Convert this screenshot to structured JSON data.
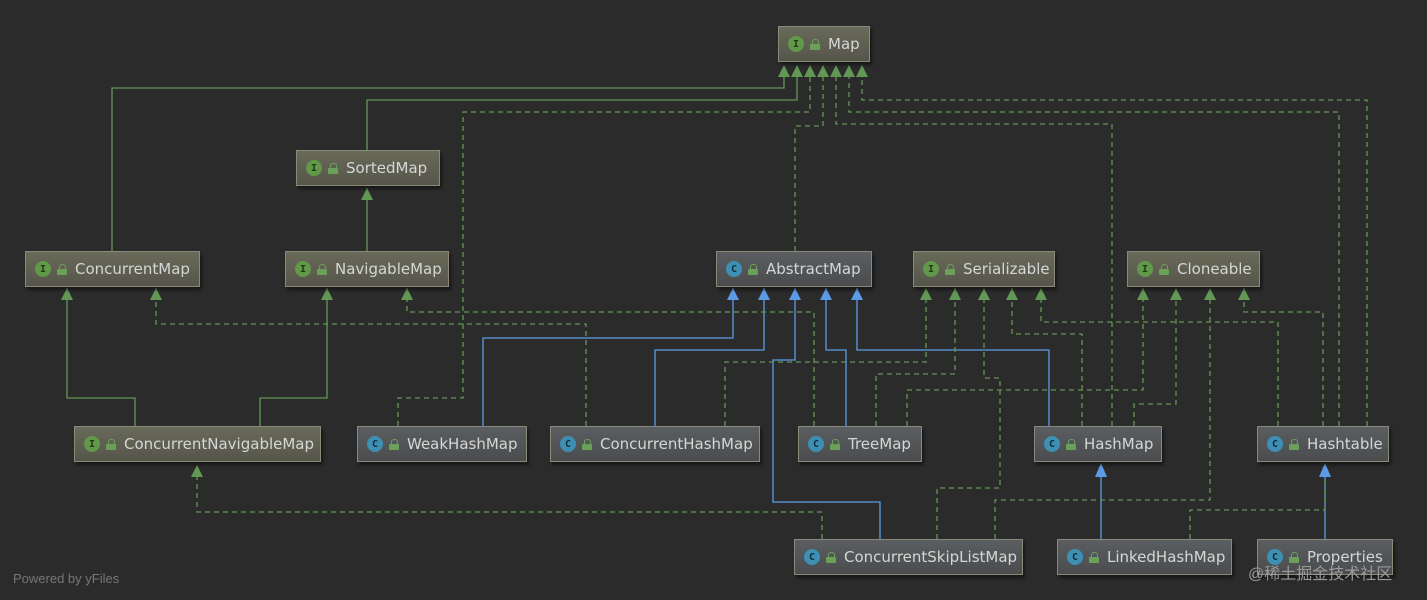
{
  "nodes": [
    {
      "id": "map",
      "kind": "I",
      "label": "Map"
    },
    {
      "id": "sortedmap",
      "kind": "I",
      "label": "SortedMap"
    },
    {
      "id": "concurrentmap",
      "kind": "I",
      "label": "ConcurrentMap"
    },
    {
      "id": "navigablemap",
      "kind": "I",
      "label": "NavigableMap"
    },
    {
      "id": "abstractmap",
      "kind": "C",
      "label": "AbstractMap"
    },
    {
      "id": "serializable",
      "kind": "I",
      "label": "Serializable"
    },
    {
      "id": "cloneable",
      "kind": "I",
      "label": "Cloneable"
    },
    {
      "id": "concurrentnavigablemap",
      "kind": "I",
      "label": "ConcurrentNavigableMap"
    },
    {
      "id": "weakhashmap",
      "kind": "C",
      "label": "WeakHashMap"
    },
    {
      "id": "concurrenthashmap",
      "kind": "C",
      "label": "ConcurrentHashMap"
    },
    {
      "id": "treemap",
      "kind": "C",
      "label": "TreeMap"
    },
    {
      "id": "hashmap",
      "kind": "C",
      "label": "HashMap"
    },
    {
      "id": "hashtable",
      "kind": "C",
      "label": "Hashtable"
    },
    {
      "id": "concurrentskiplistmap",
      "kind": "C",
      "label": "ConcurrentSkipListMap"
    },
    {
      "id": "linkedhashmap",
      "kind": "C",
      "label": "LinkedHashMap"
    },
    {
      "id": "properties",
      "kind": "C",
      "label": "Properties"
    }
  ],
  "footer": {
    "powered_by": "Powered by yFiles",
    "credit": "@稀土掘金技术社区"
  },
  "colors": {
    "background": "#2b2b2b",
    "extends_interface": "#629755",
    "extends_class": "#5c9ce6",
    "implements": "#629755"
  }
}
